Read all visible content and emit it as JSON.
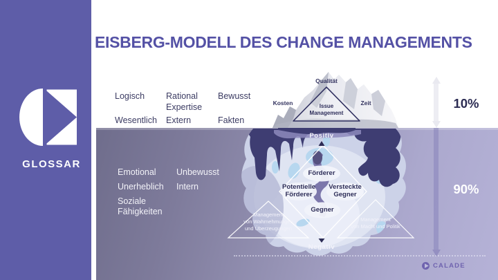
{
  "slide": {
    "title": "EISBERG-MODELL DES CHANGE MANAGEMENTS"
  },
  "sidebar": {
    "label": "GLOSSAR"
  },
  "percentages": {
    "above_water": "10%",
    "below_water": "90%"
  },
  "above_water_keywords": [
    "Logisch",
    "Rational Expertise",
    "Bewusst",
    "Wesentlich",
    "Extern",
    "Fakten"
  ],
  "below_water_keywords": [
    "Emotional",
    "Unbewusst",
    "Unerheblich",
    "Intern",
    "Soziale Fähigkeiten"
  ],
  "iceberg": {
    "tip_labels": {
      "top": "Qualität",
      "left": "Kosten",
      "right": "Zeit"
    },
    "tip_triangle_lines": [
      "Issue",
      "Management"
    ],
    "scale": {
      "top": "Positiv",
      "bottom": "Negativ"
    },
    "stakeholder_groups": {
      "top": "Förderer",
      "left_lines": [
        "Potentielle",
        "Förderer"
      ],
      "right_lines": [
        "Versteckte",
        "Gegner"
      ],
      "bottom": "Gegner"
    },
    "management_left_lines": [
      "Management",
      "von Wahrnehmungen",
      "und Überzeugungen"
    ],
    "management_right_lines": [
      "Management",
      "von Macht und Politik"
    ]
  },
  "footer": {
    "brand": "CALADE"
  },
  "colors": {
    "sidebar_purple": "#5E5DA8",
    "title_purple": "#5451A5",
    "navy_text": "#30305C",
    "water_gradient_dark": "#6F6D8C",
    "water_gradient_light": "#B5B2D7",
    "iceberg_dark_navy": "#3E3D72",
    "ice_blue": "#B7D7EF"
  }
}
